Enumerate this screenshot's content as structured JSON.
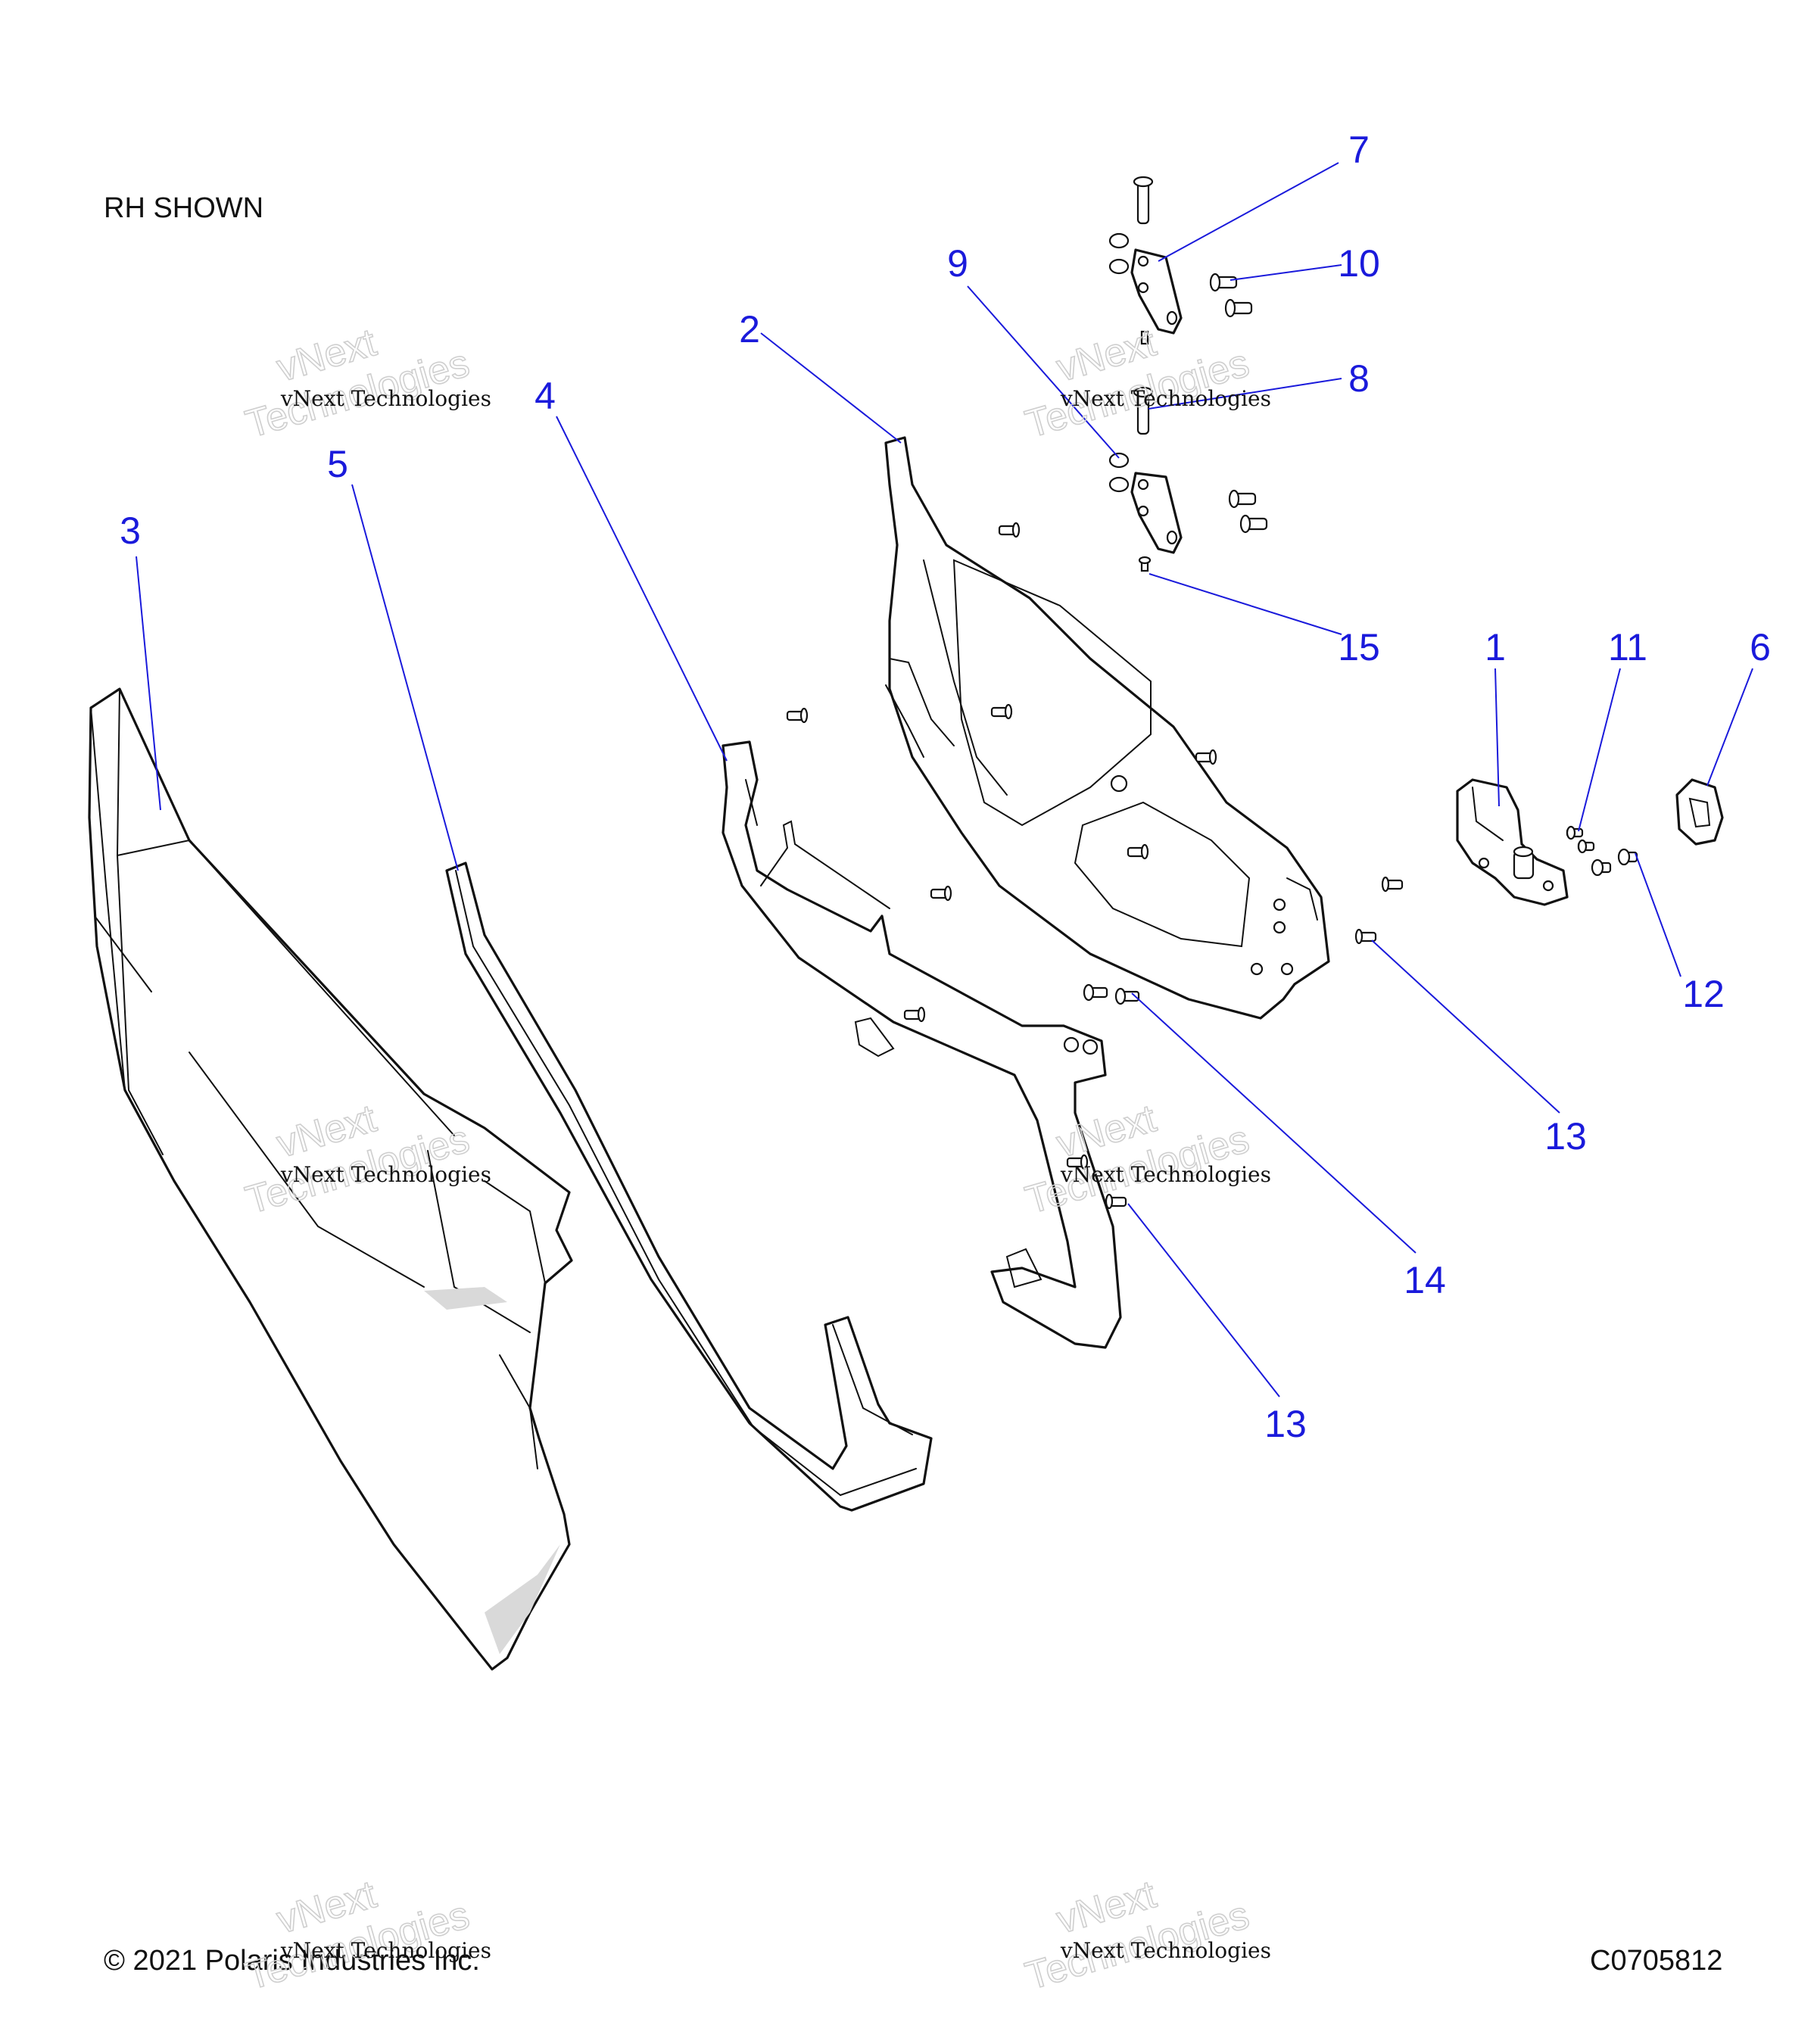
{
  "note": "RH SHOWN",
  "copyright": "© 2021 Polaris Industries Inc.",
  "diagram_code": "C0705812",
  "watermark": {
    "brand_line1": "vNext",
    "brand_line2": "Technologies",
    "tag": "vNext Technologies"
  },
  "callouts": [
    {
      "id": "c1",
      "label": "1"
    },
    {
      "id": "c2",
      "label": "2"
    },
    {
      "id": "c3",
      "label": "3"
    },
    {
      "id": "c4",
      "label": "4"
    },
    {
      "id": "c5",
      "label": "5"
    },
    {
      "id": "c6",
      "label": "6"
    },
    {
      "id": "c7",
      "label": "7"
    },
    {
      "id": "c8",
      "label": "8"
    },
    {
      "id": "c9",
      "label": "9"
    },
    {
      "id": "c10",
      "label": "10"
    },
    {
      "id": "c11",
      "label": "11"
    },
    {
      "id": "c12",
      "label": "12"
    },
    {
      "id": "c13a",
      "label": "13"
    },
    {
      "id": "c13b",
      "label": "13"
    },
    {
      "id": "c14",
      "label": "14"
    },
    {
      "id": "c15",
      "label": "15"
    }
  ],
  "colors": {
    "callout": "#1a1adb",
    "line": "#111111",
    "watermark": "#cfcfcf"
  }
}
